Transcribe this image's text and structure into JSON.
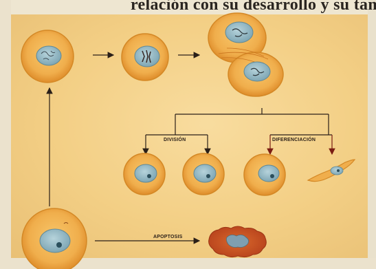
{
  "header": {
    "partial_text": "relación con su desarrollo y su tamaño. El cáncer se origina en"
  },
  "labels": {
    "division": "DIVISIÓN",
    "differentiation": "DIFERENCIACIÓN",
    "apoptosis": "APOPTOSIS"
  },
  "colors": {
    "cell_rim": "#d48825",
    "cell_cytoplasm": "#f0b150",
    "nucleus": "#8fb6c4",
    "nucleolus": "#2b4f5c",
    "arrow": "#2a1f18",
    "panel": "#f3cf85",
    "apoptosis_fill": "#c64a20"
  },
  "icons": [
    "arrow-right-icon",
    "arrow-up-icon",
    "arrow-down-icon",
    "branch-connector-icon"
  ]
}
